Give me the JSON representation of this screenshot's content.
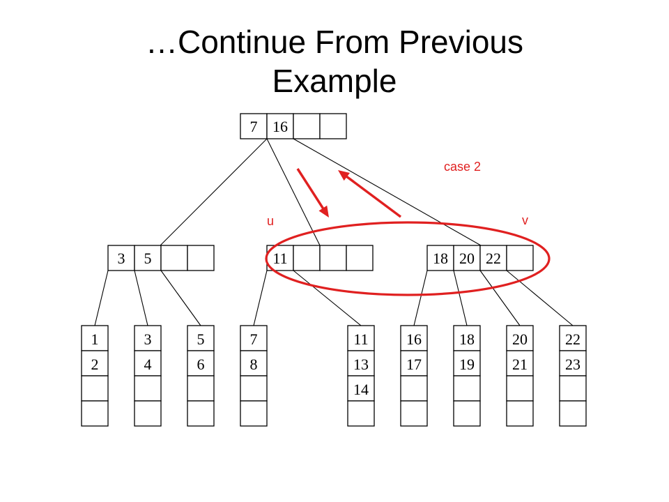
{
  "title": {
    "line1": "…Continue From Previous",
    "line2": "Example"
  },
  "root": {
    "keys": [
      "7",
      "16",
      "",
      ""
    ]
  },
  "internal": [
    {
      "id": "left",
      "keys": [
        "3",
        "5",
        "",
        ""
      ]
    },
    {
      "id": "u",
      "keys": [
        "11",
        "",
        "",
        ""
      ]
    },
    {
      "id": "v",
      "keys": [
        "18",
        "20",
        "22",
        ""
      ]
    }
  ],
  "leaves": [
    {
      "keys": [
        "1",
        "2",
        "",
        ""
      ]
    },
    {
      "keys": [
        "3",
        "4",
        "",
        ""
      ]
    },
    {
      "keys": [
        "5",
        "6",
        "",
        ""
      ]
    },
    {
      "keys": [
        "7",
        "8",
        "",
        ""
      ]
    },
    {
      "keys": [
        "11",
        "13",
        "14",
        ""
      ]
    },
    {
      "keys": [
        "16",
        "17",
        "",
        ""
      ]
    },
    {
      "keys": [
        "18",
        "19",
        "",
        ""
      ]
    },
    {
      "keys": [
        "20",
        "21",
        "",
        ""
      ]
    },
    {
      "keys": [
        "22",
        "23",
        "",
        ""
      ]
    }
  ],
  "annotations": {
    "case": "case 2",
    "u": "u",
    "v": "v",
    "color": "#e02020"
  }
}
